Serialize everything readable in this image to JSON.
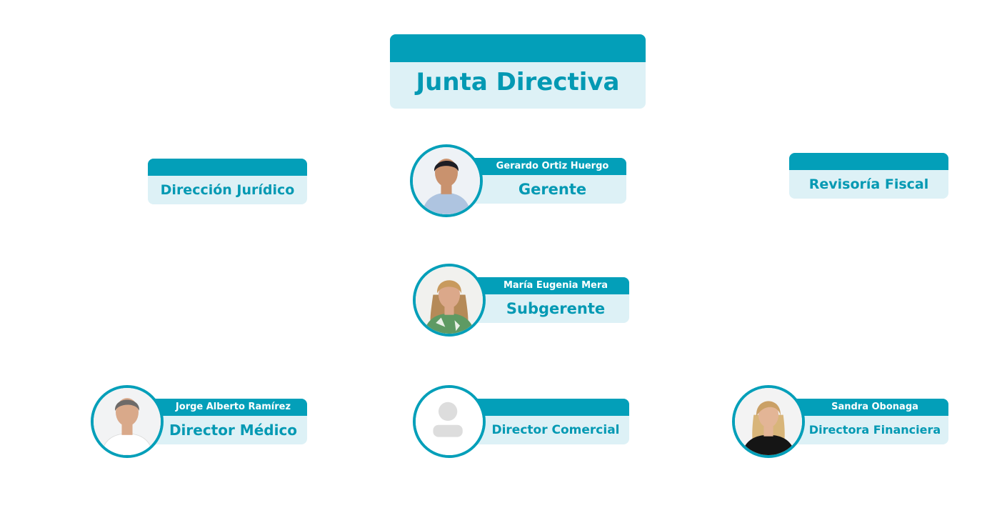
{
  "colors": {
    "band": "#039fb9",
    "box_bg": "#ddf1f6",
    "title_text": "#0399b3",
    "band_text": "#ffffff"
  },
  "junta": {
    "title": "Junta Directiva"
  },
  "juridico": {
    "title": "Dirección Jurídico"
  },
  "gerente": {
    "name": "Gerardo Ortiz Huergo",
    "title": "Gerente",
    "icon": "person-photo-icon"
  },
  "revisoria": {
    "title": "Revisoría Fiscal"
  },
  "subgerente": {
    "name": "María Eugenia Mera",
    "title": "Subgerente",
    "icon": "person-photo-icon"
  },
  "medico": {
    "name": "Jorge Alberto Ramírez",
    "title": "Director Médico",
    "icon": "person-photo-icon"
  },
  "comercial": {
    "name": "",
    "title": "Director Comercial",
    "icon": "user-placeholder-icon"
  },
  "financiera": {
    "name": "Sandra Obonaga",
    "title": "Directora Financiera",
    "icon": "person-photo-icon"
  }
}
